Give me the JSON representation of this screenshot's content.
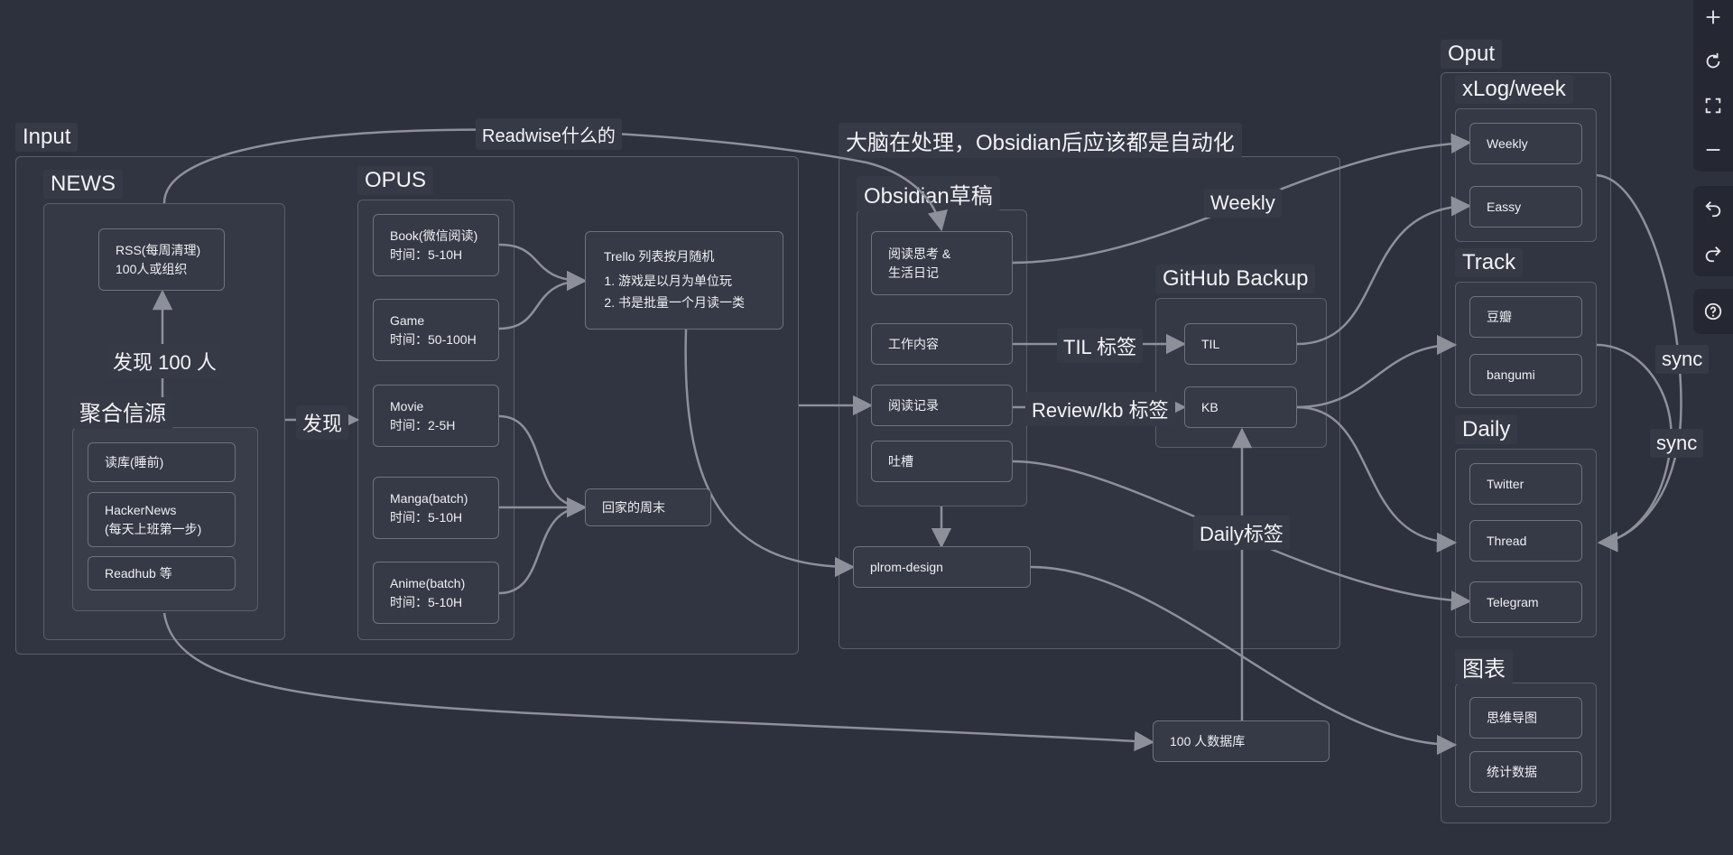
{
  "groups": {
    "input": "Input",
    "news": "NEWS",
    "opus": "OPUS",
    "aggregate": "聚合信源",
    "brain": "大脑在处理，Obsidian后应该都是自动化",
    "obsidian": "Obsidian草稿",
    "github": "GitHub Backup",
    "output": "Oput",
    "xlog": "xLog/week",
    "track": "Track",
    "daily": "Daily",
    "charts": "图表"
  },
  "nodes": {
    "rss": [
      "RSS(每周清理)",
      "100人或组织"
    ],
    "duku": [
      "读库(睡前)"
    ],
    "hackernews": [
      "HackerNews",
      "(每天上班第一步)"
    ],
    "readhub": [
      "Readhub 等"
    ],
    "book": [
      "Book(微信阅读)",
      "时间：5-10H"
    ],
    "game": [
      "Game",
      "时间：50-100H"
    ],
    "movie": [
      "Movie",
      "时间：2-5H"
    ],
    "manga": [
      "Manga(batch)",
      "时间：5-10H"
    ],
    "anime": [
      "Anime(batch)",
      "时间：5-10H"
    ],
    "trello": {
      "title": "Trello 列表按月随机",
      "items": [
        "游戏是以月为单位玩",
        "书是批量一个月读一类"
      ]
    },
    "weekend": [
      "回家的周末"
    ],
    "reading_think": [
      "阅读思考 &",
      "生活日记"
    ],
    "work": [
      "工作内容"
    ],
    "reading_log": [
      "阅读记录"
    ],
    "rant": [
      "吐槽"
    ],
    "plrom": [
      "plrom-design"
    ],
    "til": [
      "TIL"
    ],
    "kb": [
      "KB"
    ],
    "db100": [
      "100 人数据库"
    ],
    "weekly": [
      "Weekly"
    ],
    "eassy": [
      "Eassy"
    ],
    "douban": [
      "豆瓣"
    ],
    "bangumi": [
      "bangumi"
    ],
    "twitter": [
      "Twitter"
    ],
    "thread": [
      "Thread"
    ],
    "telegram": [
      "Telegram"
    ],
    "mindmap": [
      "思维导图"
    ],
    "stats": [
      "统计数据"
    ]
  },
  "edge_labels": {
    "readwise": "Readwise什么的",
    "discover100": "发现 100 人",
    "discover": "发现",
    "weekly": "Weekly",
    "til_tag": "TIL 标签",
    "review_tag": "Review/kb 标签",
    "daily_tag": "Daily标签",
    "sync1": "sync",
    "sync2": "sync"
  },
  "toolbar": {
    "zoom_in": "zoom-in",
    "reset": "reset-zoom",
    "fit": "fit-to-screen",
    "zoom_out": "zoom-out",
    "undo": "undo",
    "redo": "redo",
    "help": "help"
  },
  "colors": {
    "background": "#2d313d",
    "edge": "#8e9099",
    "node_border": "#6e7280",
    "group_border": "#5a5e6b"
  }
}
